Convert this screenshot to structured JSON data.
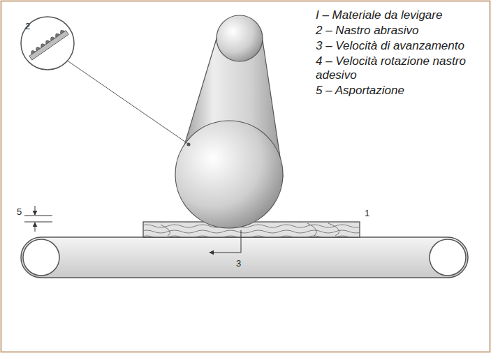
{
  "diagram": {
    "labels": [
      "2",
      "1",
      "5",
      "3",
      "I – Materiale da levigare",
      "2 – Nastro abrasivo",
      "3 – Velocità di avanzamento",
      "4 – Velocità rotazione nastro adesivo",
      "5 – Asportazione"
    ]
  }
}
